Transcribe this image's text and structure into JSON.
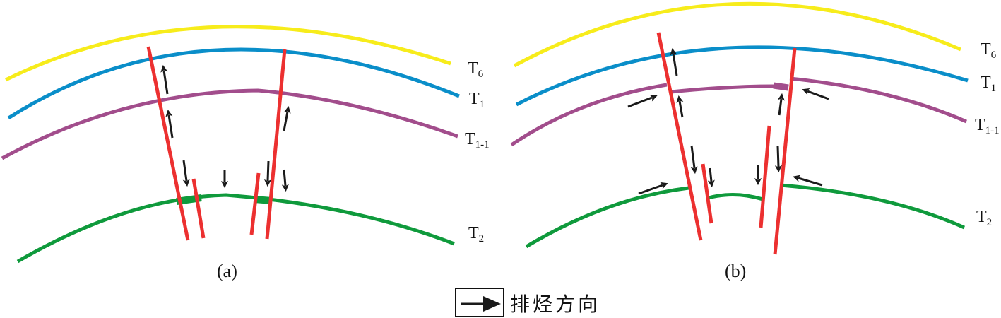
{
  "colors": {
    "t6": "#f7ec1b",
    "t1": "#0a8ec9",
    "t1_1": "#a24d8c",
    "t2": "#0f9a3c",
    "fault": "#ec3030",
    "arrow": "#1a1a1a"
  },
  "horizons": {
    "t6": {
      "letter": "T",
      "sub": "6"
    },
    "t1": {
      "letter": "T",
      "sub": "1"
    },
    "t1_1": {
      "letter": "T",
      "sub": "1-1"
    },
    "t2": {
      "letter": "T",
      "sub": "2"
    }
  },
  "panels": {
    "a": {
      "label": "(a)"
    },
    "b": {
      "label": "(b)"
    }
  },
  "legend": {
    "icon": "arrow-right-icon",
    "text": "排烃方向"
  }
}
